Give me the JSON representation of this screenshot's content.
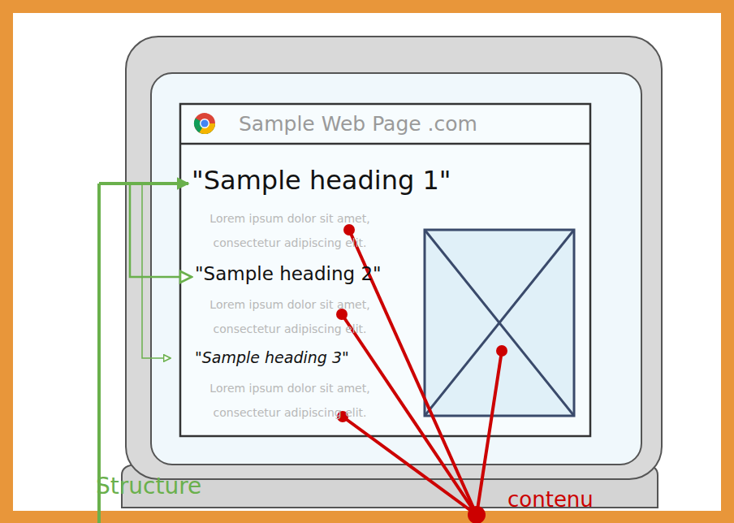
{
  "diagram": {
    "nodes": [
      {
        "text": [
          "Sample Web Page .com"
        ]
      }
    ],
    "labels": [
      "\"Sample heading 1\"",
      "Lorem ipsum dolor sit amet, consectetur adipiscing elit.",
      "\"Sample heading 2\"",
      "Lorem ipsum dolor sit amet, consectetur adipiscing elit.",
      "\"Sample heading 3\"",
      "Lorem ipsum dolor sit amet, consectetur adipiscing elit.",
      "Structure",
      "contenu"
    ]
  }
}
